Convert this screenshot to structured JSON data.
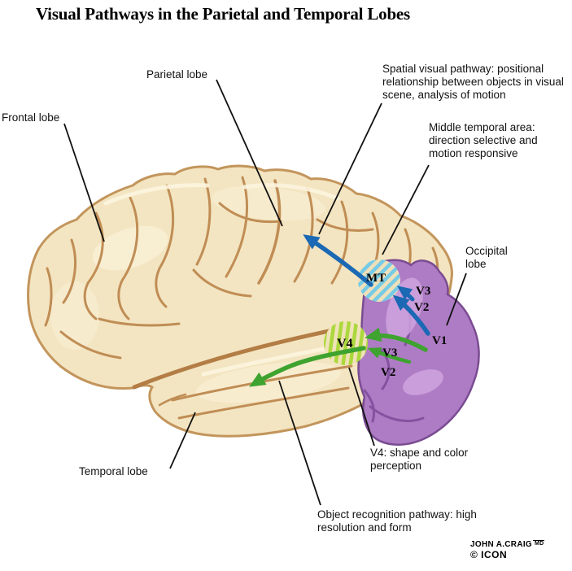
{
  "title": "Visual Pathways in the Parietal and Temporal Lobes",
  "labels": {
    "frontal_lobe": "Frontal lobe",
    "parietal_lobe": "Parietal lobe",
    "temporal_lobe": "Temporal lobe",
    "occipital_lobe": "Occipital lobe"
  },
  "annotations": {
    "spatial_pathway": "Spatial visual pathway: positional relationship between objects in visual scene, analysis of motion",
    "middle_temporal": "Middle temporal area: direction selective and motion responsive",
    "v4_note": "V4: shape and color perception",
    "object_recognition": "Object recognition pathway: high resolution and form"
  },
  "region_labels": {
    "mt": "MT",
    "v3_upper": "V3",
    "v2_upper": "V2",
    "v1": "V1",
    "v3_lower": "V3",
    "v2_lower": "V2",
    "v4": "V4"
  },
  "colors": {
    "spatial_pathway_arrow": "#1b69b4",
    "object_pathway_arrow": "#3ea32f",
    "mt_stripe": "#76cbe6",
    "v4_stripe": "#abd83c",
    "occipital_fill": "#ae7cc4",
    "occipital_outline": "#7a4c92",
    "brain_fill": "#f3e5c1",
    "brain_outline": "#c3955c"
  },
  "credits": {
    "artist": "JOHN A.CRAIG",
    "artist_suffix": "MD",
    "logo": "© ICON"
  }
}
